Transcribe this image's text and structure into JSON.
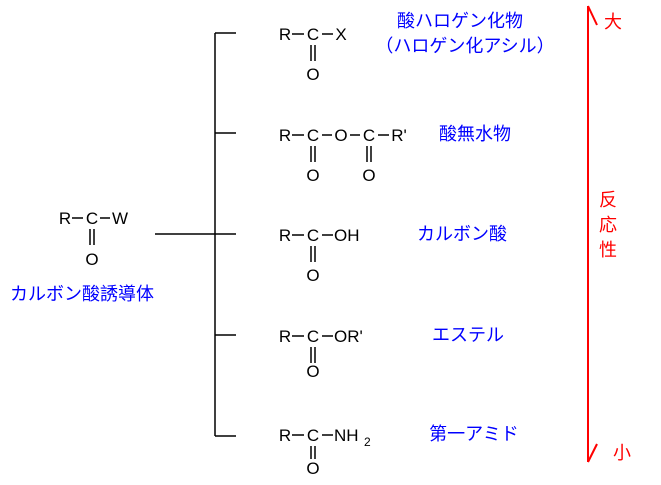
{
  "colors": {
    "label": "#0000ff",
    "reactivity": "#ff0000",
    "structure": "#000000"
  },
  "parent": {
    "formula": [
      "R",
      "C",
      "W"
    ],
    "carbonyl_o": "O",
    "label": "カルボン酸誘導体"
  },
  "derivatives": [
    {
      "formula": [
        "R",
        "C",
        "X"
      ],
      "carbonyl_o": "O",
      "label": "酸ハロゲン化物",
      "sublabel": "（ハロゲン化アシル）"
    },
    {
      "formula": [
        "R",
        "C",
        "O",
        "C",
        "R'"
      ],
      "carbonyl_o": "O",
      "label": "酸無水物"
    },
    {
      "formula": [
        "R",
        "C",
        "OH"
      ],
      "carbonyl_o": "O",
      "label": "カルボン酸"
    },
    {
      "formula": [
        "R",
        "C",
        "OR'"
      ],
      "carbonyl_o": "O",
      "label": "エステル"
    },
    {
      "formula": [
        "R",
        "C",
        "NH",
        "2"
      ],
      "carbonyl_o": "O",
      "label": "第一アミド"
    }
  ],
  "reactivity": {
    "high": "大",
    "axis_label": [
      "反",
      "応",
      "性"
    ],
    "low": "小"
  }
}
